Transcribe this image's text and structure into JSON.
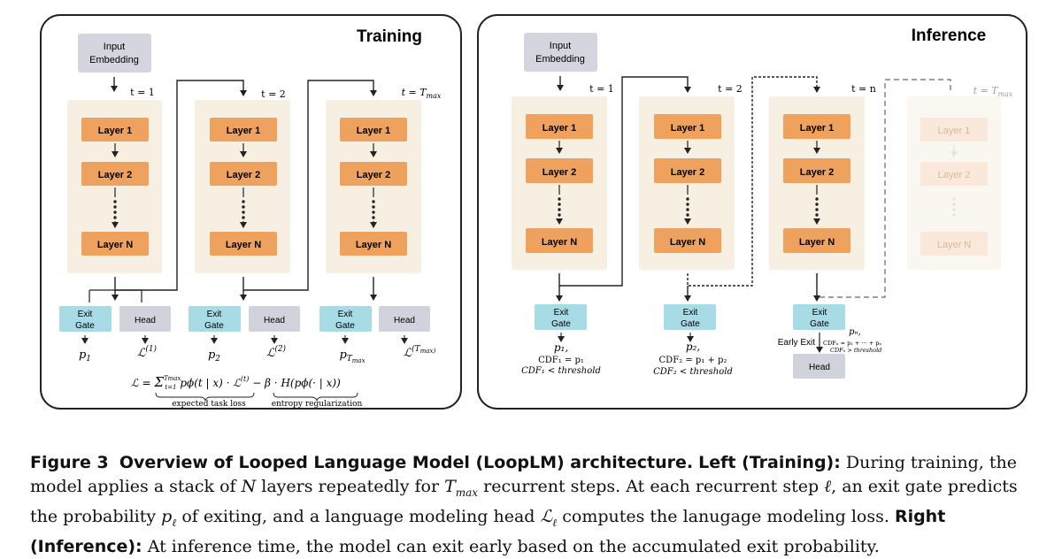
{
  "training": {
    "title": "Training",
    "input": [
      "Input",
      "Embedding"
    ],
    "steps": [
      "t = 1",
      "t = 2",
      "t = T"
    ],
    "step_max_sub": "max",
    "layers": [
      "Layer 1",
      "Layer 2",
      "Layer N"
    ],
    "exit_gate": [
      "Exit",
      "Gate"
    ],
    "head": "Head",
    "probs": [
      "p",
      "p",
      "p"
    ],
    "prob_subs": [
      "1",
      "2",
      "T"
    ],
    "prob_max_sub": "max",
    "losses": [
      "ℒ",
      "ℒ",
      "ℒ"
    ],
    "loss_sups": [
      "(1)",
      "(2)",
      "(T"
    ],
    "loss_max_sup_tail": "max)",
    "formula": "ℒ = Σ p(t | x) · ℒ(t) − β · H(p(· | x))",
    "formula_parts": {
      "lhs": "ℒ = ",
      "sigma": "Σ",
      "sigma_top": "Tmax",
      "sigma_bottom": "t=1",
      "term1": " pϕ(t | x) · ℒ",
      "term1_sup": "(t)",
      "term2": " − β · H(pϕ(· | x))"
    },
    "brace_labels": [
      "expected task loss",
      "entropy regularization"
    ]
  },
  "inference": {
    "title": "Inference",
    "input": [
      "Input",
      "Embedding"
    ],
    "steps": [
      "t = 1",
      "t = 2",
      "t = n",
      "t = T"
    ],
    "step_max_sub": "max",
    "layers": [
      "Layer 1",
      "Layer 2",
      "Layer N"
    ],
    "exit_gate": [
      "Exit",
      "Gate"
    ],
    "probs": [
      "p₁,",
      "p₂,",
      "pₙ,"
    ],
    "cdf_lines": [
      [
        "CDF₁ = p₁",
        "CDF₁ < threshold"
      ],
      [
        "CDF₂ = p₁ + p₂",
        "CDF₂ < threshold"
      ],
      [
        "CDFₙ = p₁ + ··· + pₙ",
        "CDFₙ > threshold"
      ]
    ],
    "early_exit": "Early Exit",
    "head": "Head"
  },
  "caption": {
    "fig_label": "Figure 3",
    "title": "Overview of Looped Language Model (LoopLM) architecture.",
    "left_label": "Left (Training):",
    "left_text_a": " During training, the model applies a stack of ",
    "left_n": "N",
    "left_text_b": " layers repeatedly for ",
    "left_tmax": "T",
    "left_tmax_sub": "max",
    "left_text_c": " recurrent steps. At each recurrent step ",
    "left_l": "ℓ",
    "left_text_d": ", an exit gate predicts the probability ",
    "left_p": "p",
    "left_p_sub": "ℓ",
    "left_text_e": " of exiting, and a language modeling head ",
    "left_L": "ℒ",
    "left_L_sub": "ℓ",
    "left_text_f": " computes the lanugage modeling loss. ",
    "right_label": "Right (Inference):",
    "right_text": " At inference time, the model can exit early based on the accumulated exit probability."
  },
  "colors": {
    "layer": "#eea25e",
    "column": "#f6efe2",
    "input": "#d4d5de",
    "exit_gate": "#a7dbe6",
    "head": "#d0d2dc",
    "panel_border": "#222222"
  }
}
